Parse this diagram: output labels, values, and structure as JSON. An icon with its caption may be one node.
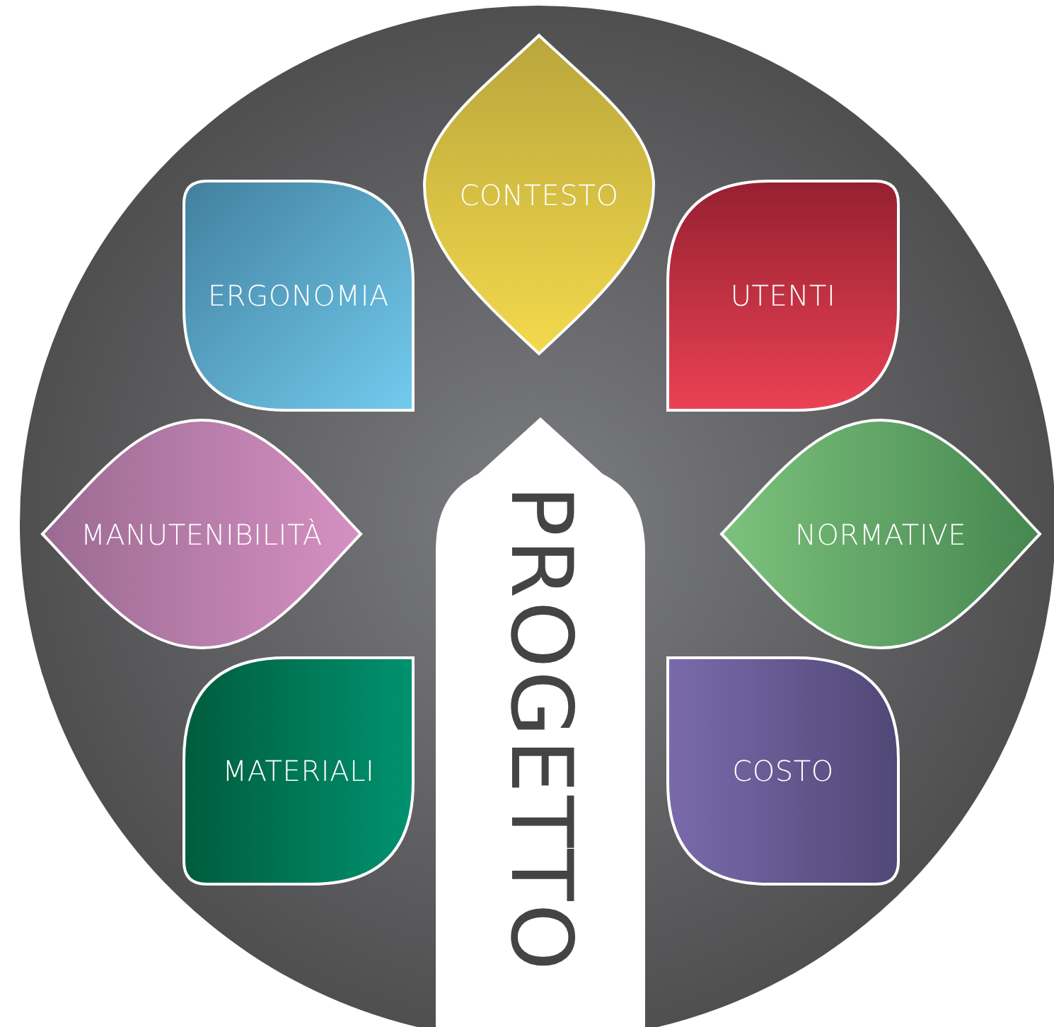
{
  "diagram": {
    "nodes": [
      {
        "text": [
          "CONTESTO"
        ]
      },
      {
        "text": [
          "ERGONOMIA"
        ]
      },
      {
        "text": [
          "UTENTI"
        ]
      },
      {
        "text": [
          "MANUTENIBILITÀ"
        ]
      },
      {
        "text": [
          "NORMATIVE"
        ]
      },
      {
        "text": [
          "MATERIALI"
        ]
      },
      {
        "text": [
          "COSTO"
        ]
      },
      {
        "text": [
          "PROGETTO"
        ]
      }
    ]
  }
}
